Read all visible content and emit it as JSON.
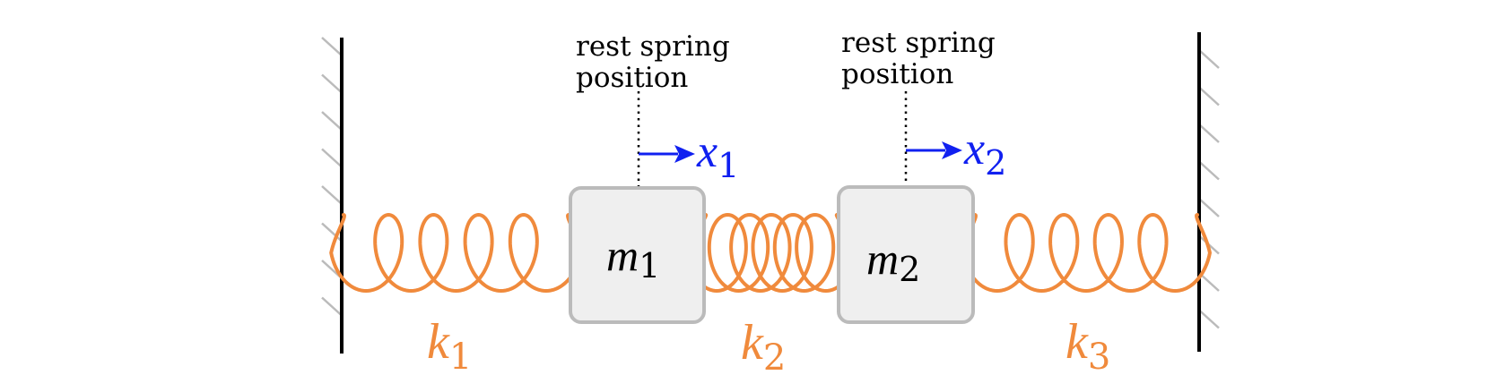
{
  "colors": {
    "spring": "#f08a3c",
    "arrow": "#1020f0",
    "mass_fill": "#efefef",
    "mass_stroke": "#bbbbbb",
    "wall": "#000000",
    "hatch": "#bbbbbb"
  },
  "masses": [
    {
      "symbol": "m",
      "subscript": "1"
    },
    {
      "symbol": "m",
      "subscript": "2"
    }
  ],
  "springs": [
    {
      "symbol": "k",
      "subscript": "1"
    },
    {
      "symbol": "k",
      "subscript": "2"
    },
    {
      "symbol": "k",
      "subscript": "3"
    }
  ],
  "displacements": [
    {
      "symbol": "x",
      "subscript": "1"
    },
    {
      "symbol": "x",
      "subscript": "2"
    }
  ],
  "rest_labels": [
    {
      "line1": "rest spring",
      "line2": "position"
    },
    {
      "line1": "rest spring",
      "line2": "position"
    }
  ]
}
